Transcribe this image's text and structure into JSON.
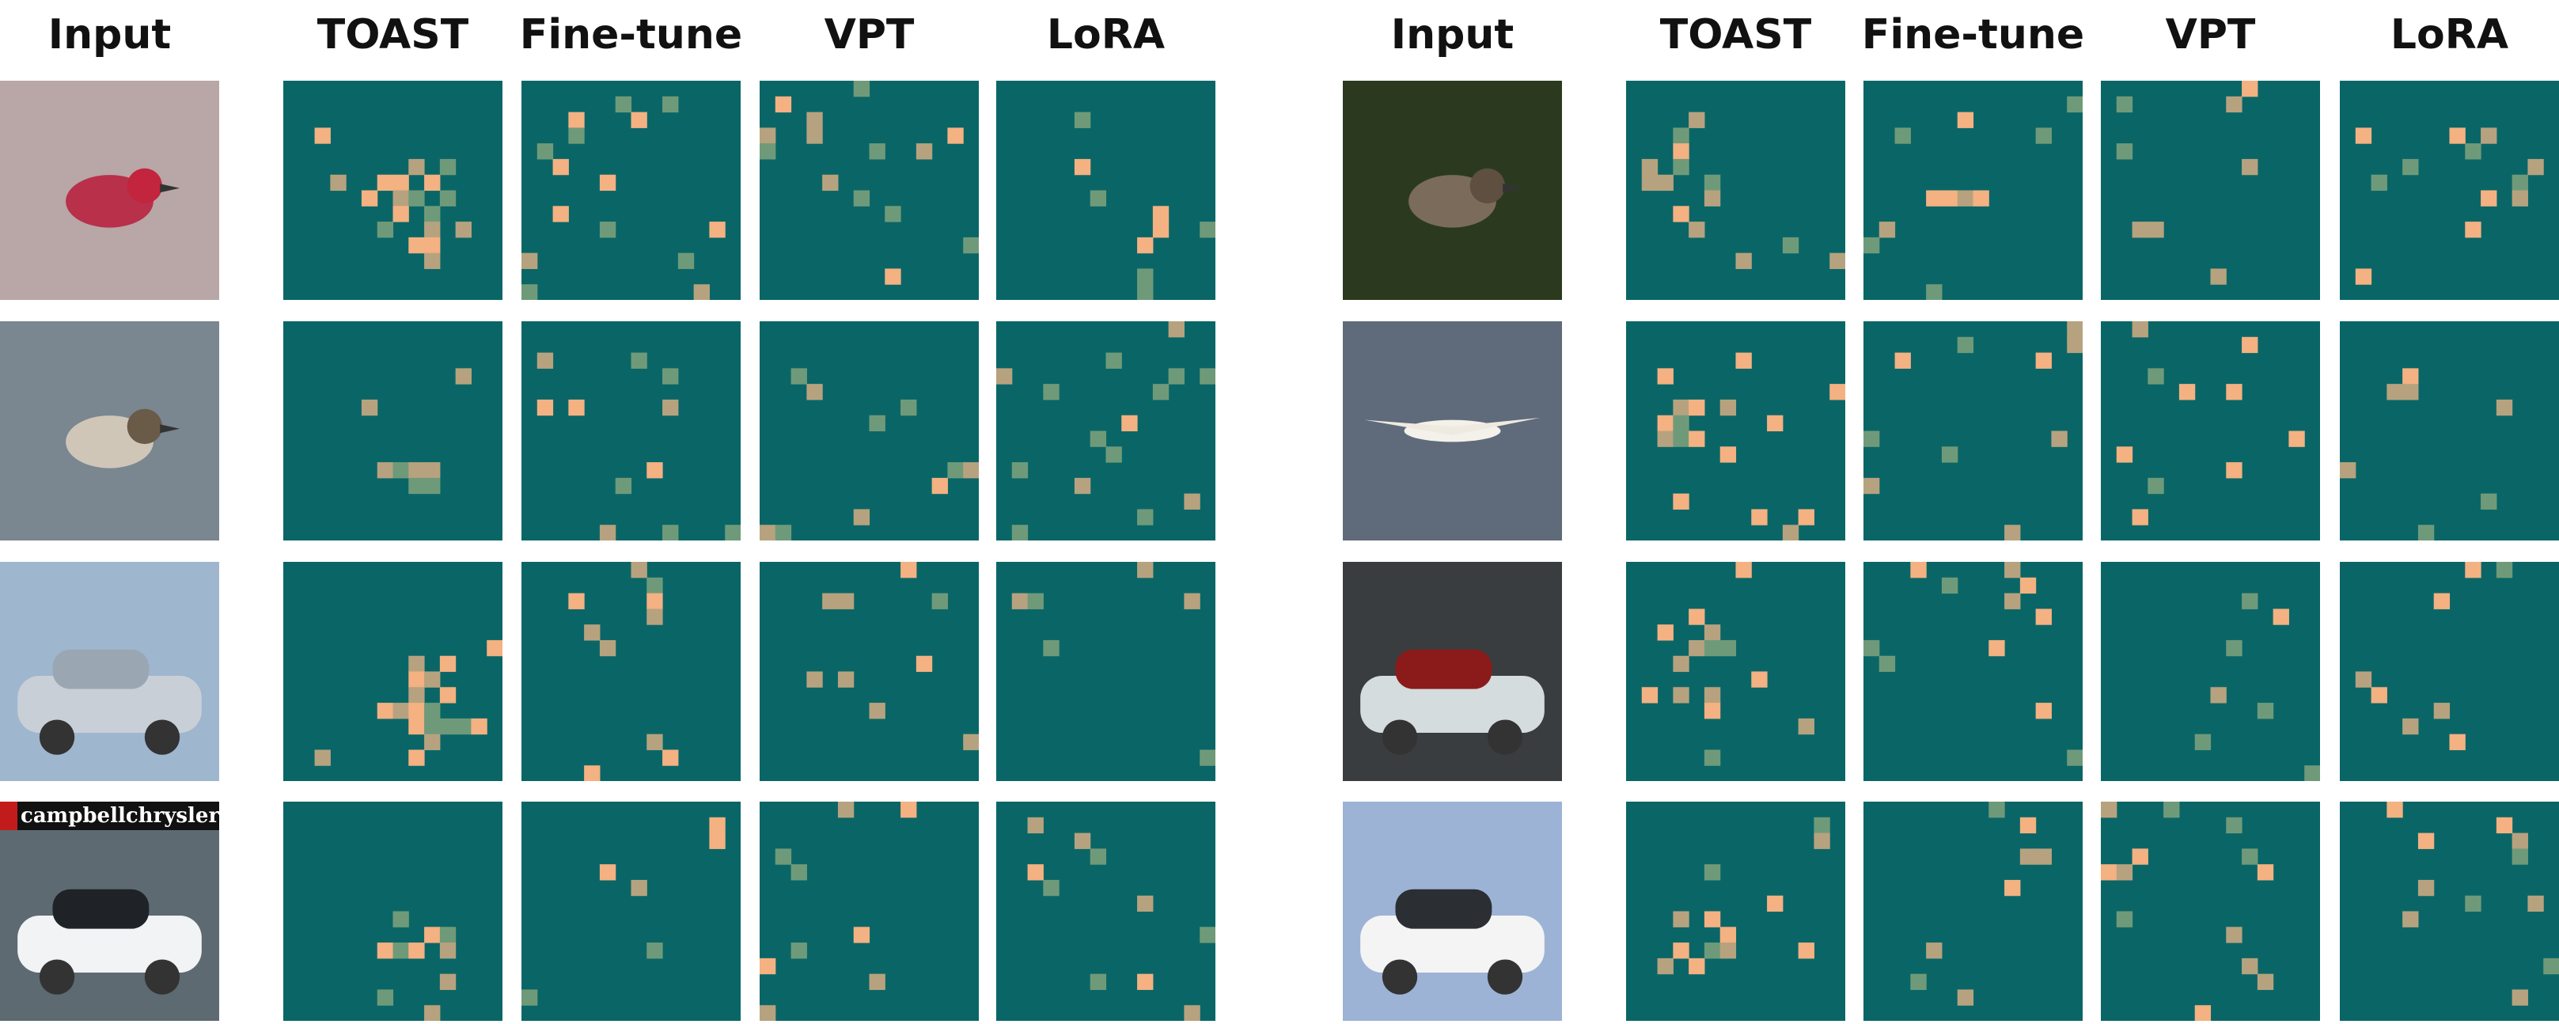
{
  "colors": {
    "map_bg": "#0a6666",
    "hot": "#f4b182",
    "mid": "#6f9a7a"
  },
  "panels": [
    {
      "headers": [
        "Input",
        "TOAST",
        "Fine-tune",
        "VPT",
        "LoRA"
      ],
      "rows": [
        {
          "photo": "red-finch-on-branches",
          "banner": ""
        },
        {
          "photo": "streaked-sparrow-on-branch",
          "banner": ""
        },
        {
          "photo": "silver-sedan-in-lot",
          "banner": ""
        },
        {
          "photo": "white-sedan-at-dealership",
          "banner": "campbellchrysler"
        }
      ]
    },
    {
      "headers": [
        "Input",
        "TOAST",
        "Fine-tune",
        "VPT",
        "LoRA"
      ],
      "rows": [
        {
          "photo": "brown-bird-on-twig",
          "banner": ""
        },
        {
          "photo": "gannet-over-water",
          "banner": ""
        },
        {
          "photo": "silver-convertible",
          "banner": ""
        },
        {
          "photo": "white-coupe-outdoors",
          "banner": ""
        }
      ]
    }
  ]
}
